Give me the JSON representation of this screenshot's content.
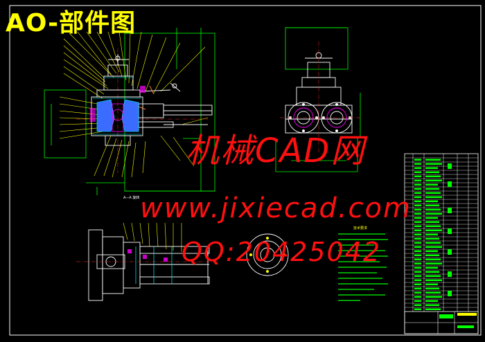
{
  "title": "AO-部件图",
  "watermarks": {
    "line1": "机械CAD网",
    "line2": "www.jixiecad.com",
    "line3": "QQ:20425042"
  },
  "section_label": "A—A 旋转",
  "notes_title": "技术要求",
  "colors": {
    "background": "#000000",
    "frame": "#ffffff",
    "title": "#ffff00",
    "watermark": "#ff1010",
    "dimension": "#00ff00",
    "outline": "#ffffff",
    "leader": "#ffff00",
    "highlight": "#ff00ff",
    "section": "#00ffff",
    "centerline": "#ff3030",
    "fill_blue": "#3a6cff"
  }
}
